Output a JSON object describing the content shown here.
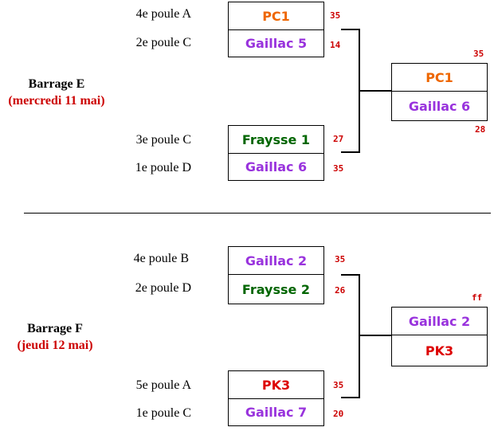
{
  "colors": {
    "PC1": "#ee6600",
    "Gaillac": "#9933dd",
    "Fraysse": "#006600",
    "PK3": "#dd0000",
    "score": "#cc0000",
    "subtitle": "#cc0000"
  },
  "barrage_e": {
    "title": "Barrage E",
    "subtitle": "(mercredi 11 mai)",
    "matches": [
      {
        "top": {
          "poule": "4e poule A",
          "team": "PC1",
          "score": "35"
        },
        "bottom": {
          "poule": "2e poule C",
          "team": "Gaillac 5",
          "score": "14"
        }
      },
      {
        "top": {
          "poule": "3e poule C",
          "team": "Fraysse 1",
          "score": "27"
        },
        "bottom": {
          "poule": "1e poule D",
          "team": "Gaillac 6",
          "score": "35"
        }
      }
    ],
    "final": {
      "top": "PC1",
      "bottom": "Gaillac 6",
      "score_top": "35",
      "score_bottom": "28"
    }
  },
  "barrage_f": {
    "title": "Barrage F",
    "subtitle": "(jeudi 12 mai)",
    "matches": [
      {
        "top": {
          "poule": "4e poule B",
          "team": "Gaillac 2",
          "score": "35"
        },
        "bottom": {
          "poule": "2e poule D",
          "team": "Fraysse 2",
          "score": "26"
        }
      },
      {
        "top": {
          "poule": "5e poule A",
          "team": "PK3",
          "score": "35"
        },
        "bottom": {
          "poule": "1e poule C",
          "team": "Gaillac 7",
          "score": "20"
        }
      }
    ],
    "final": {
      "top": "Gaillac 2",
      "bottom": "PK3",
      "score_top": "ff"
    }
  }
}
